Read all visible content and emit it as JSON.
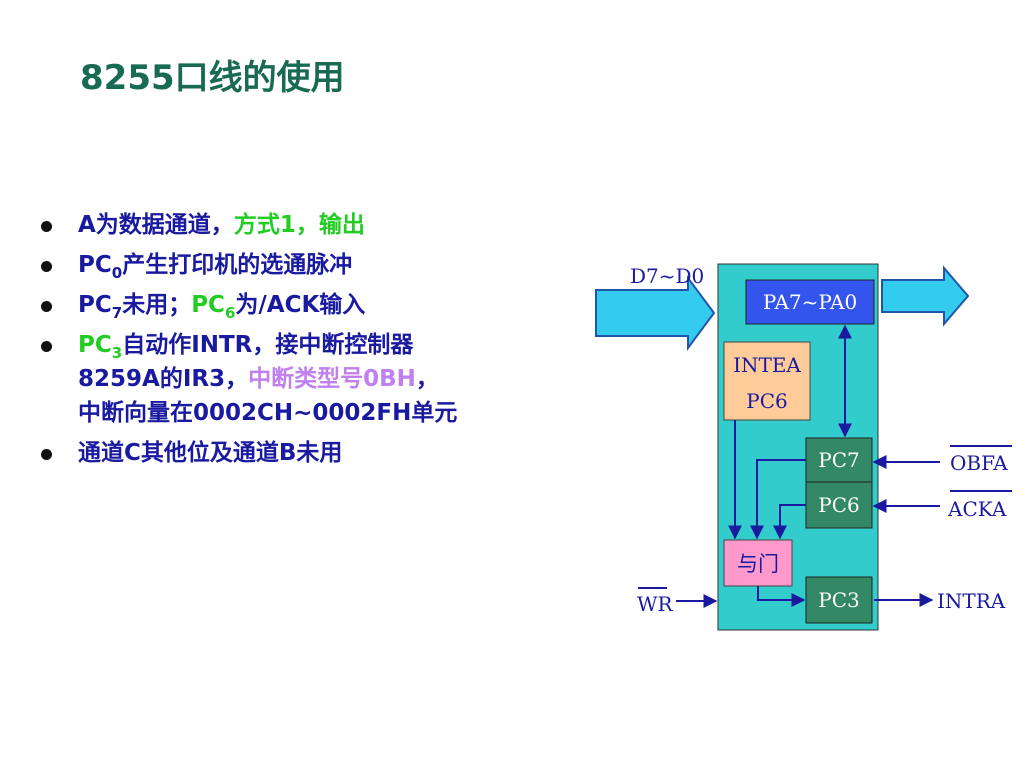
{
  "title": "8255口线的使用",
  "bullets": {
    "b1": {
      "text": "A为数据通道，",
      "highlight": "方式1，输出"
    },
    "b2": {
      "prefix": "PC",
      "sub": "0",
      "suffix": "产生打印机的选通脉冲"
    },
    "b3": {
      "prefix": "PC",
      "sub": "7",
      "mid": "未用；",
      "green_prefix": "PC",
      "green_sub": "6",
      "suffix": "为/ACK输入"
    },
    "b4": {
      "green_prefix": "PC",
      "green_sub": "3",
      "line1": "自动作INTR，接中断控制器",
      "line2a": "8259A的IR3，",
      "line2b": "中断类型号0BH",
      "line2c": "，",
      "line3": "中断向量在0002CH~0002FH单元"
    },
    "b5": {
      "text": "通道C其他位及通道B未用"
    }
  },
  "diagram": {
    "bus_label": "D7~D0",
    "pa_block": "PA7~PA0",
    "intea_line1": "INTEA",
    "intea_line2": "PC6",
    "pc7": "PC7",
    "pc6": "PC6",
    "and_gate": "与门",
    "pc3": "PC3",
    "obfa": "OBFA",
    "acka": "ACKA",
    "wr": "WR",
    "intra": "INTRA"
  },
  "colors": {
    "title": "#186b52",
    "bullet_text": "#1a1aa0",
    "highlight_green": "#22cc22",
    "highlight_violet": "#c080f0",
    "chip_body": "#33cccc",
    "pa_block": "#3355ee",
    "intea_block": "#ffcc99",
    "pc_block": "#338866",
    "and_gate": "#ff99cc",
    "arrow_fill": "#33ccee"
  }
}
